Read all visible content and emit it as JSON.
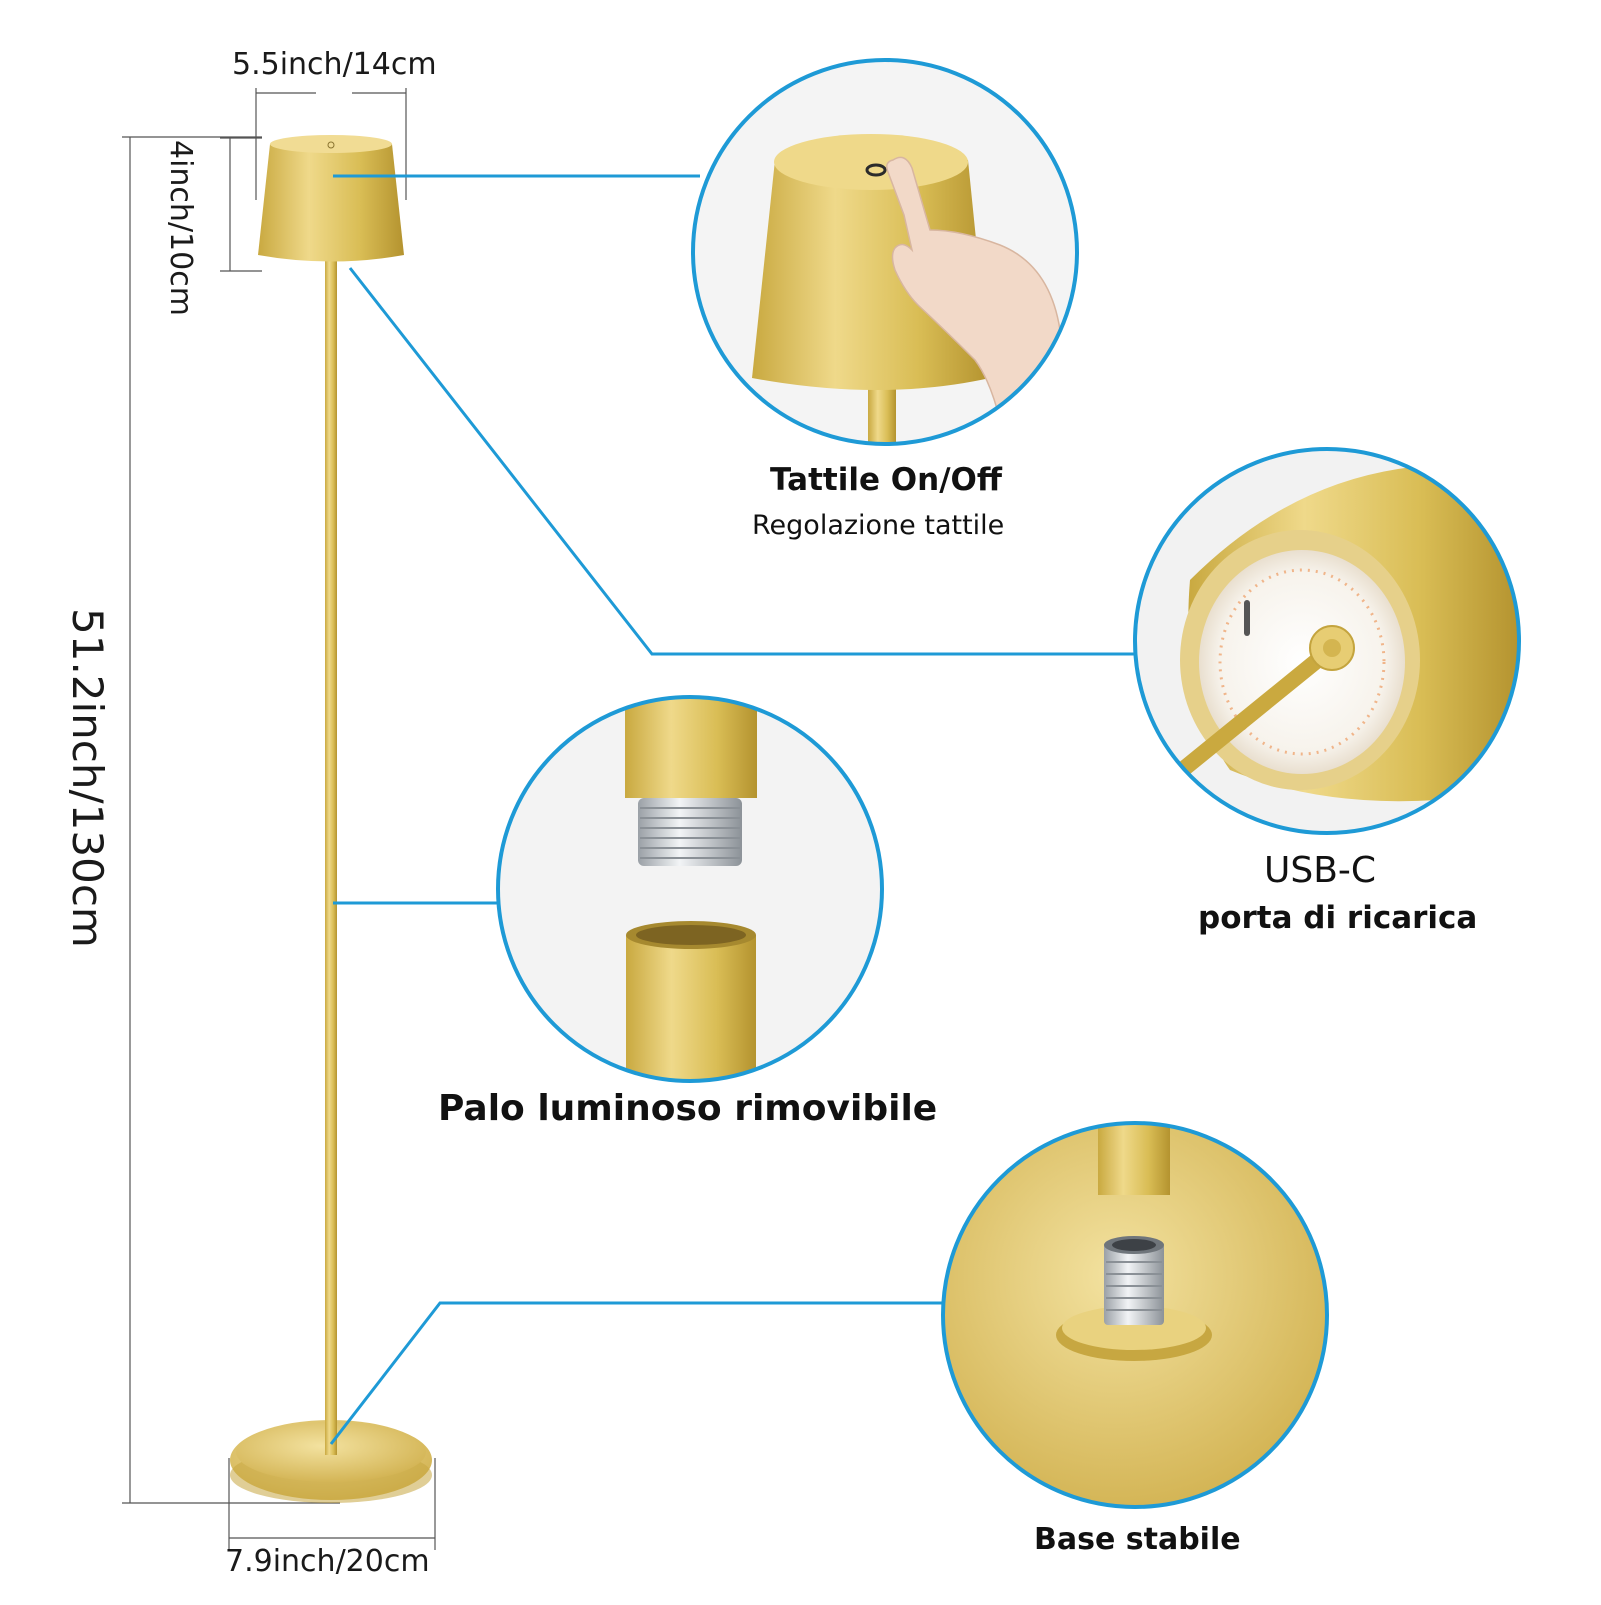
{
  "dimensions": {
    "shade_width": "5.5inch/14cm",
    "shade_height": "4inch/10cm",
    "total_height": "51.2inch/130cm",
    "base_width": "7.9inch/20cm"
  },
  "callouts": {
    "touch": {
      "title": "Tattile On/Off",
      "subtitle": "Regolazione tattile"
    },
    "usb": {
      "title": "USB-C",
      "subtitle": "porta di ricarica"
    },
    "pole": {
      "title": "Palo luminoso rimovibile"
    },
    "base": {
      "title": "Base stabile"
    }
  },
  "colors": {
    "gold": "#d9bd55",
    "gold_dark": "#b89a35",
    "gold_light": "#efd98a",
    "callout_blue": "#1e9ad6",
    "dimension_line": "#555555",
    "text": "#111111"
  }
}
